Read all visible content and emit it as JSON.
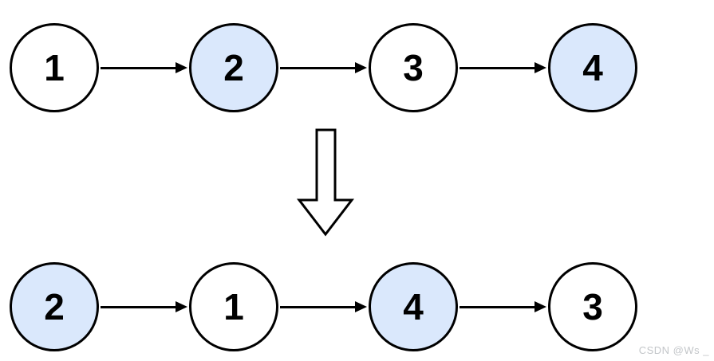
{
  "diagram": {
    "type": "linked-list-transformation",
    "top_row": {
      "nodes": [
        {
          "label": "1",
          "highlighted": false
        },
        {
          "label": "2",
          "highlighted": true
        },
        {
          "label": "3",
          "highlighted": false
        },
        {
          "label": "4",
          "highlighted": true
        }
      ]
    },
    "transform_arrow": {
      "direction": "down",
      "style": "hollow-outline"
    },
    "bottom_row": {
      "nodes": [
        {
          "label": "2",
          "highlighted": true
        },
        {
          "label": "1",
          "highlighted": false
        },
        {
          "label": "4",
          "highlighted": true
        },
        {
          "label": "3",
          "highlighted": false
        }
      ]
    }
  },
  "colors": {
    "node_fill": "#ffffff",
    "node_highlight_fill": "#dae8fc",
    "node_stroke": "#000000",
    "arrow_color": "#000000",
    "watermark_color": "#c3c6c9"
  },
  "watermark": {
    "text": "CSDN @Ws _"
  }
}
